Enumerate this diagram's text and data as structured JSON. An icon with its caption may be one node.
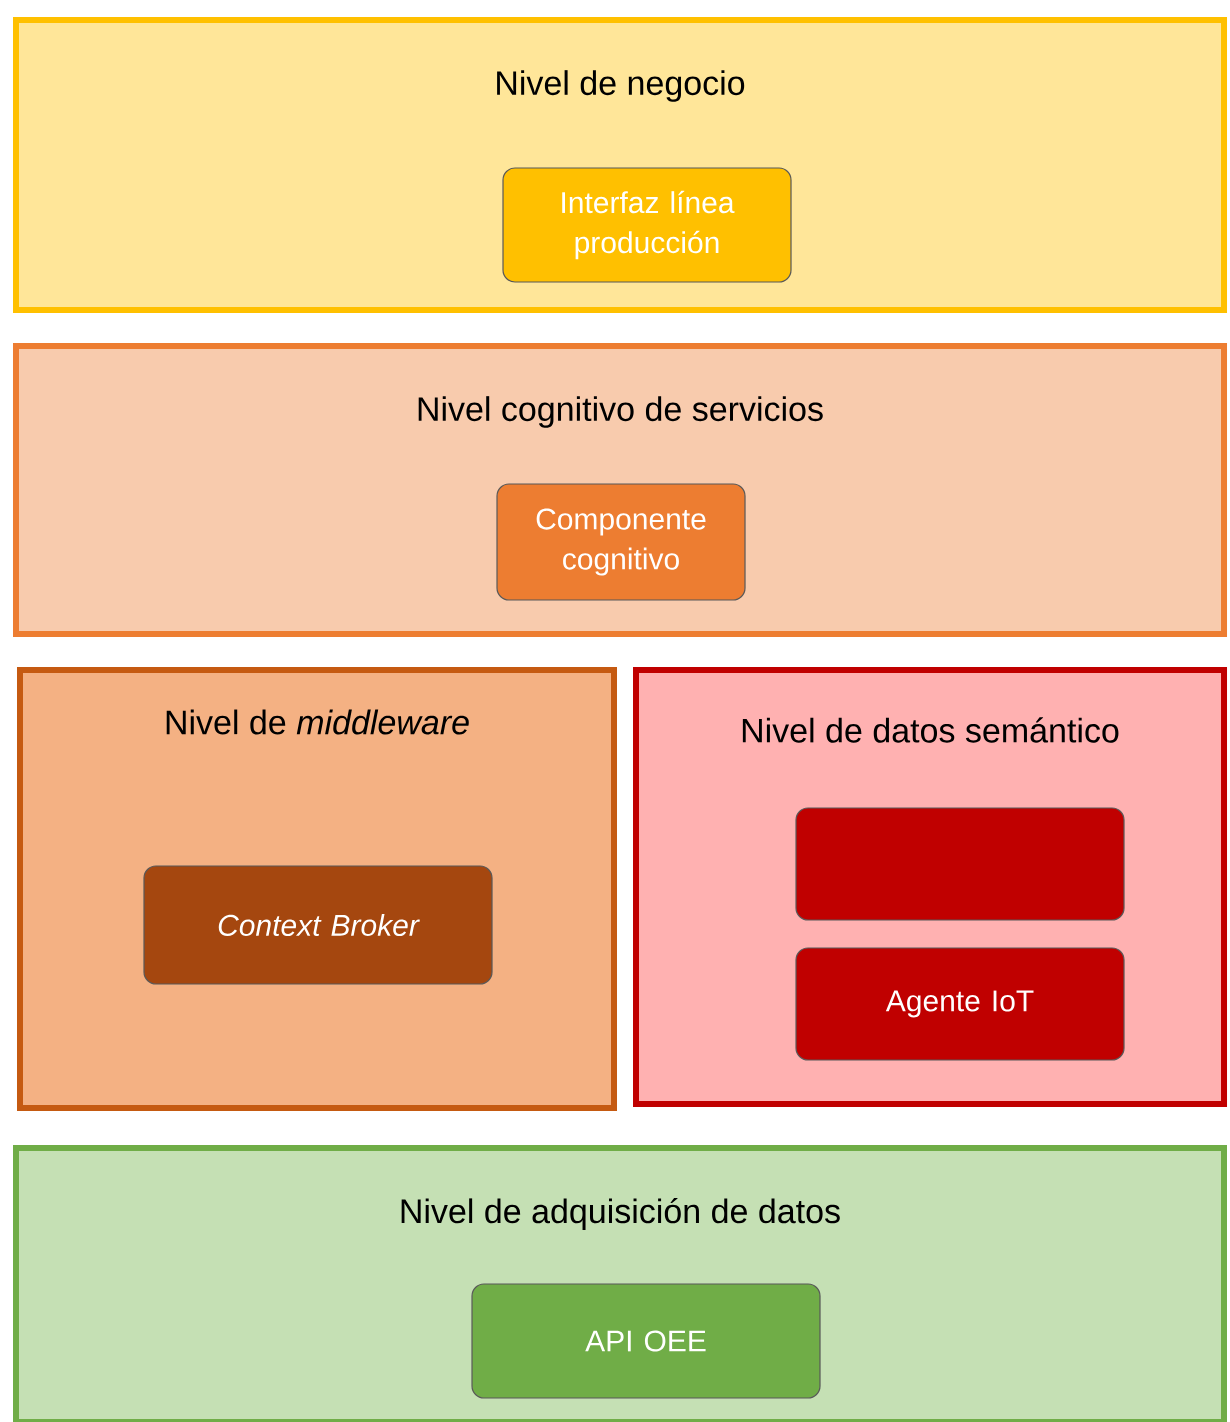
{
  "diagram": {
    "nodes": [
      {
        "text": [
          "Nivel de negocio"
        ]
      },
      {
        "text": [
          "Interfaz línea producción"
        ],
        "in": 0
      },
      {
        "text": [
          "Nivel cognitivo de servicios"
        ]
      },
      {
        "text": [
          "Componente cognitivo"
        ],
        "in": 2
      },
      {
        "text": [
          "Nivel de *middleware*"
        ]
      },
      {
        "text": [
          "Context Broker"
        ],
        "in": 4
      },
      {
        "text": [
          "Nivel de datos semántico"
        ]
      },
      {
        "text": [],
        "shape": "box",
        "in": 6
      },
      {
        "text": [
          "Agente IoT"
        ],
        "in": 6
      },
      {
        "text": [
          "Nivel de adquisición de datos"
        ]
      },
      {
        "text": [
          "API OEE"
        ],
        "in": 9
      }
    ]
  }
}
